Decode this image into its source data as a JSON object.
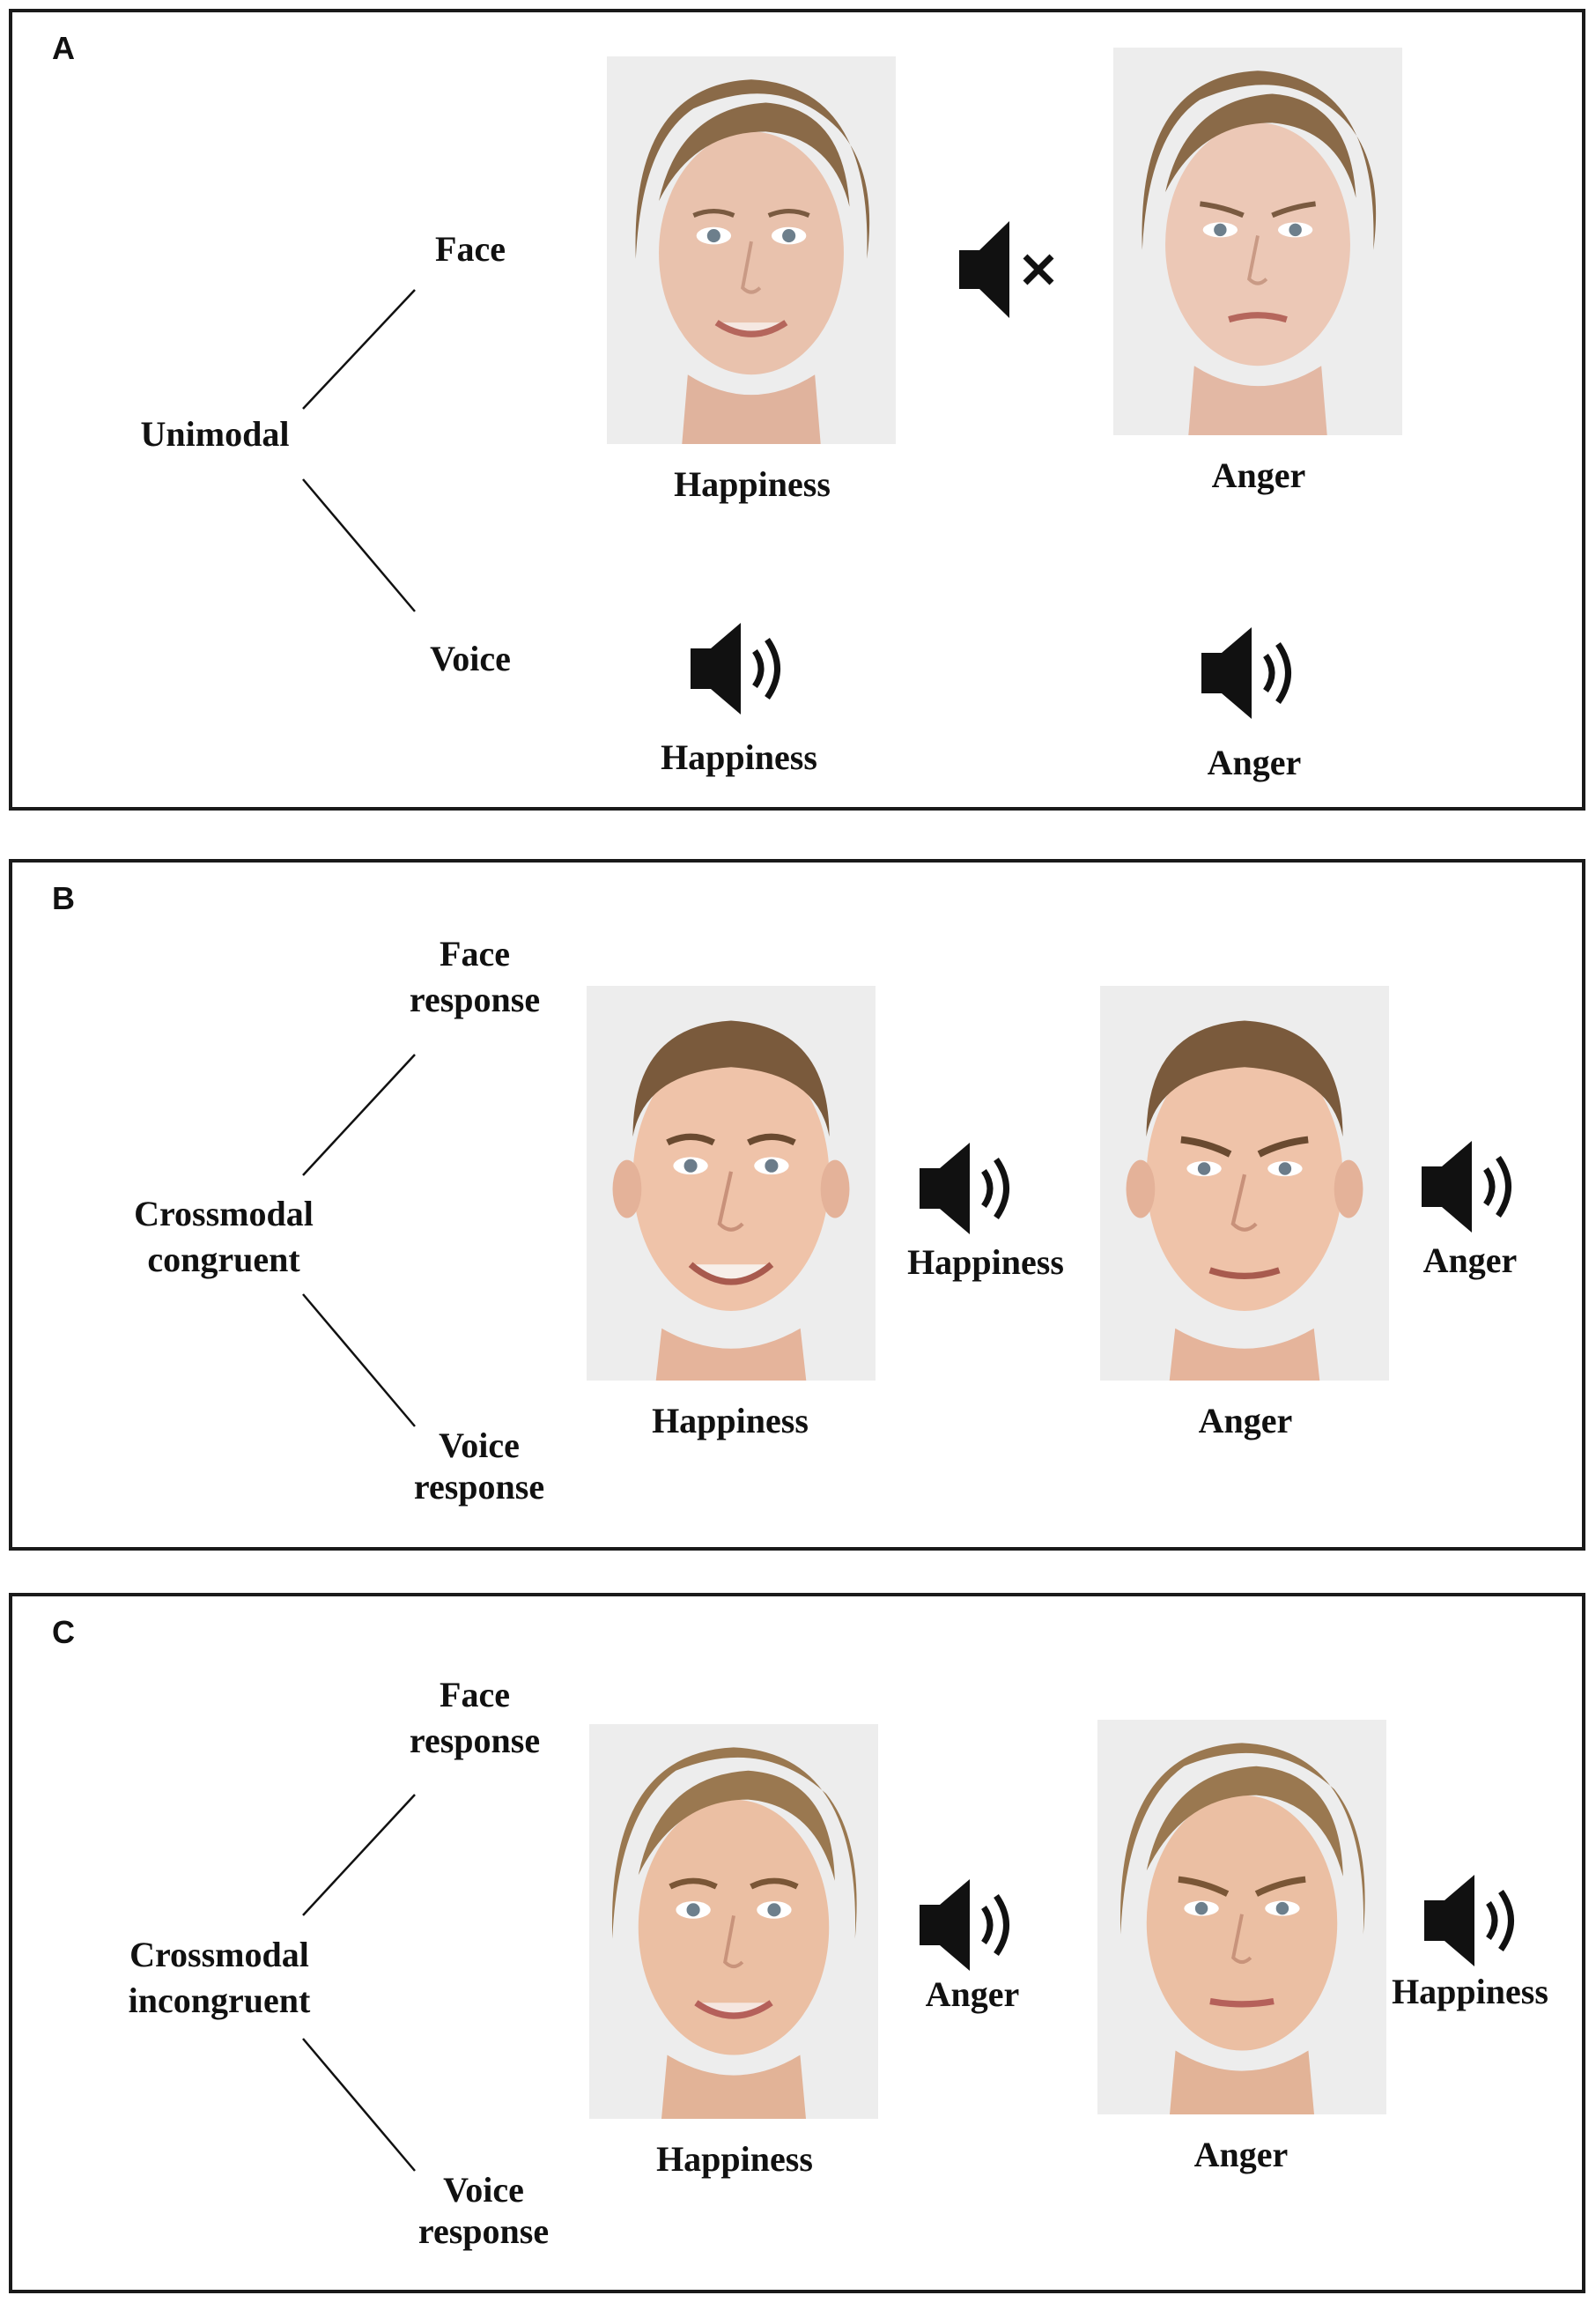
{
  "panels": [
    {
      "letter": "A",
      "root": "Unimodal",
      "branch_top": "Face",
      "branch_bottom": "Voice",
      "face_row": [
        {
          "face_label": "Happiness"
        },
        {
          "face_label": "Anger"
        }
      ],
      "voice_row": [
        {
          "voice_label": "Happiness"
        },
        {
          "voice_label": "Anger"
        }
      ],
      "icons": [
        "speaker-muted-icon",
        "speaker-icon"
      ]
    },
    {
      "letter": "B",
      "root_line1": "Crossmodal",
      "root_line2": "congruent",
      "branch_top_line1": "Face",
      "branch_top_line2": "response",
      "branch_bottom_line1": "Voice",
      "branch_bottom_line2": "response",
      "stimuli": [
        {
          "face_label": "Happiness",
          "voice_label": "Happiness"
        },
        {
          "face_label": "Anger",
          "voice_label": "Anger"
        }
      ],
      "icons": [
        "speaker-icon"
      ]
    },
    {
      "letter": "C",
      "root_line1": "Crossmodal",
      "root_line2": "incongruent",
      "branch_top_line1": "Face",
      "branch_top_line2": "response",
      "branch_bottom_line1": "Voice",
      "branch_bottom_line2": "response",
      "stimuli": [
        {
          "face_label": "Happiness",
          "voice_label": "Anger"
        },
        {
          "face_label": "Anger",
          "voice_label": "Happiness"
        }
      ],
      "icons": [
        "speaker-icon"
      ]
    }
  ],
  "colors": {
    "border": "#1a1a1a",
    "text": "#111111",
    "photo_background": "#ececec",
    "skin": "#e9c2ad",
    "hair_light_brown": "#8a6a48",
    "hair_short_brown": "#7a5a3c"
  }
}
